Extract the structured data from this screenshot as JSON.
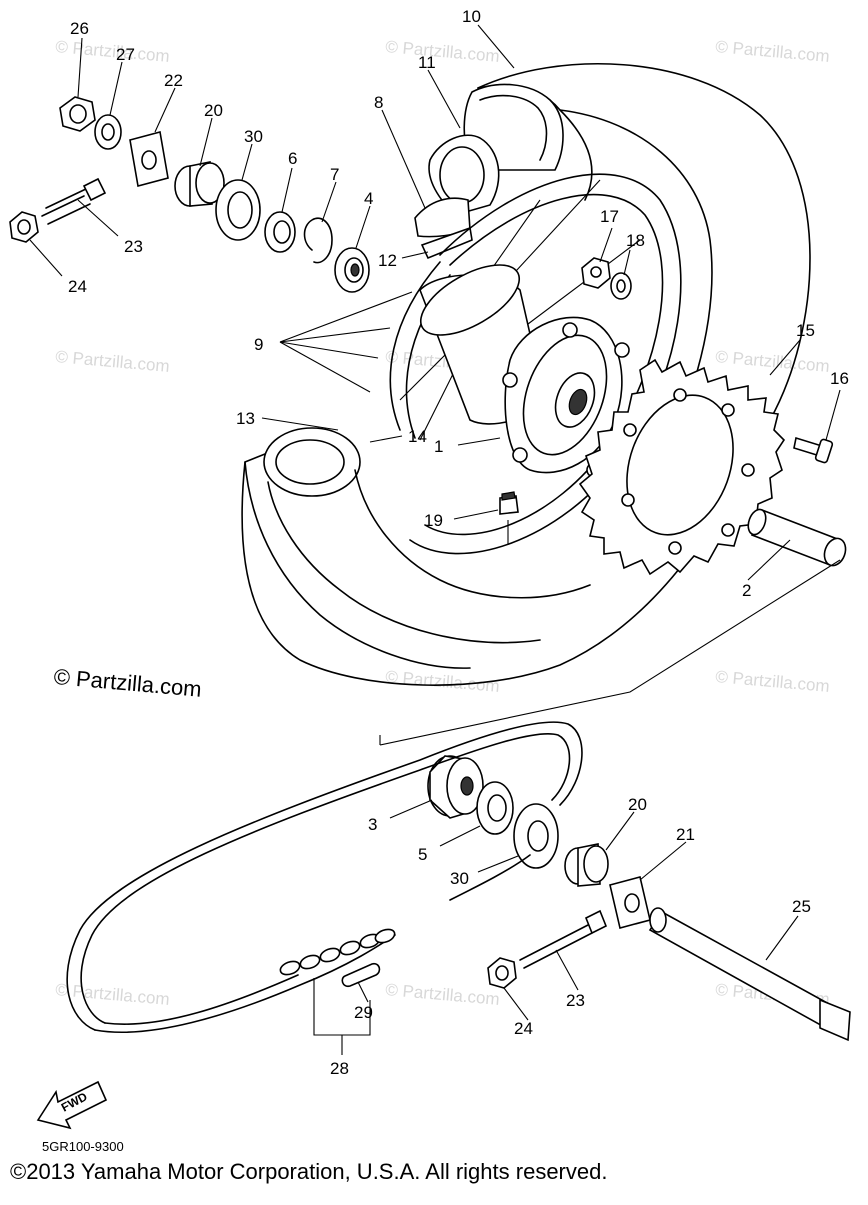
{
  "watermark": "© Partzilla.com",
  "credit": "© Partzilla.com",
  "diagram_code": "5GR100-9300",
  "copyright": "©2013  Yamaha Motor Corporation, U.S.A. All rights reserved.",
  "fwd_label": "FWD",
  "callouts": {
    "c1": "1",
    "c2": "2",
    "c3": "3",
    "c4": "4",
    "c5": "5",
    "c6": "6",
    "c7": "7",
    "c8": "8",
    "c9": "9",
    "c10": "10",
    "c11": "11",
    "c12": "12",
    "c13": "13",
    "c14": "14",
    "c15": "15",
    "c16": "16",
    "c17": "17",
    "c18": "18",
    "c19": "19",
    "c20a": "20",
    "c20b": "20",
    "c21": "21",
    "c22": "22",
    "c23a": "23",
    "c23b": "23",
    "c24a": "24",
    "c24b": "24",
    "c25": "25",
    "c26": "26",
    "c27": "27",
    "c28": "28",
    "c29": "29",
    "c30a": "30",
    "c30b": "30"
  }
}
